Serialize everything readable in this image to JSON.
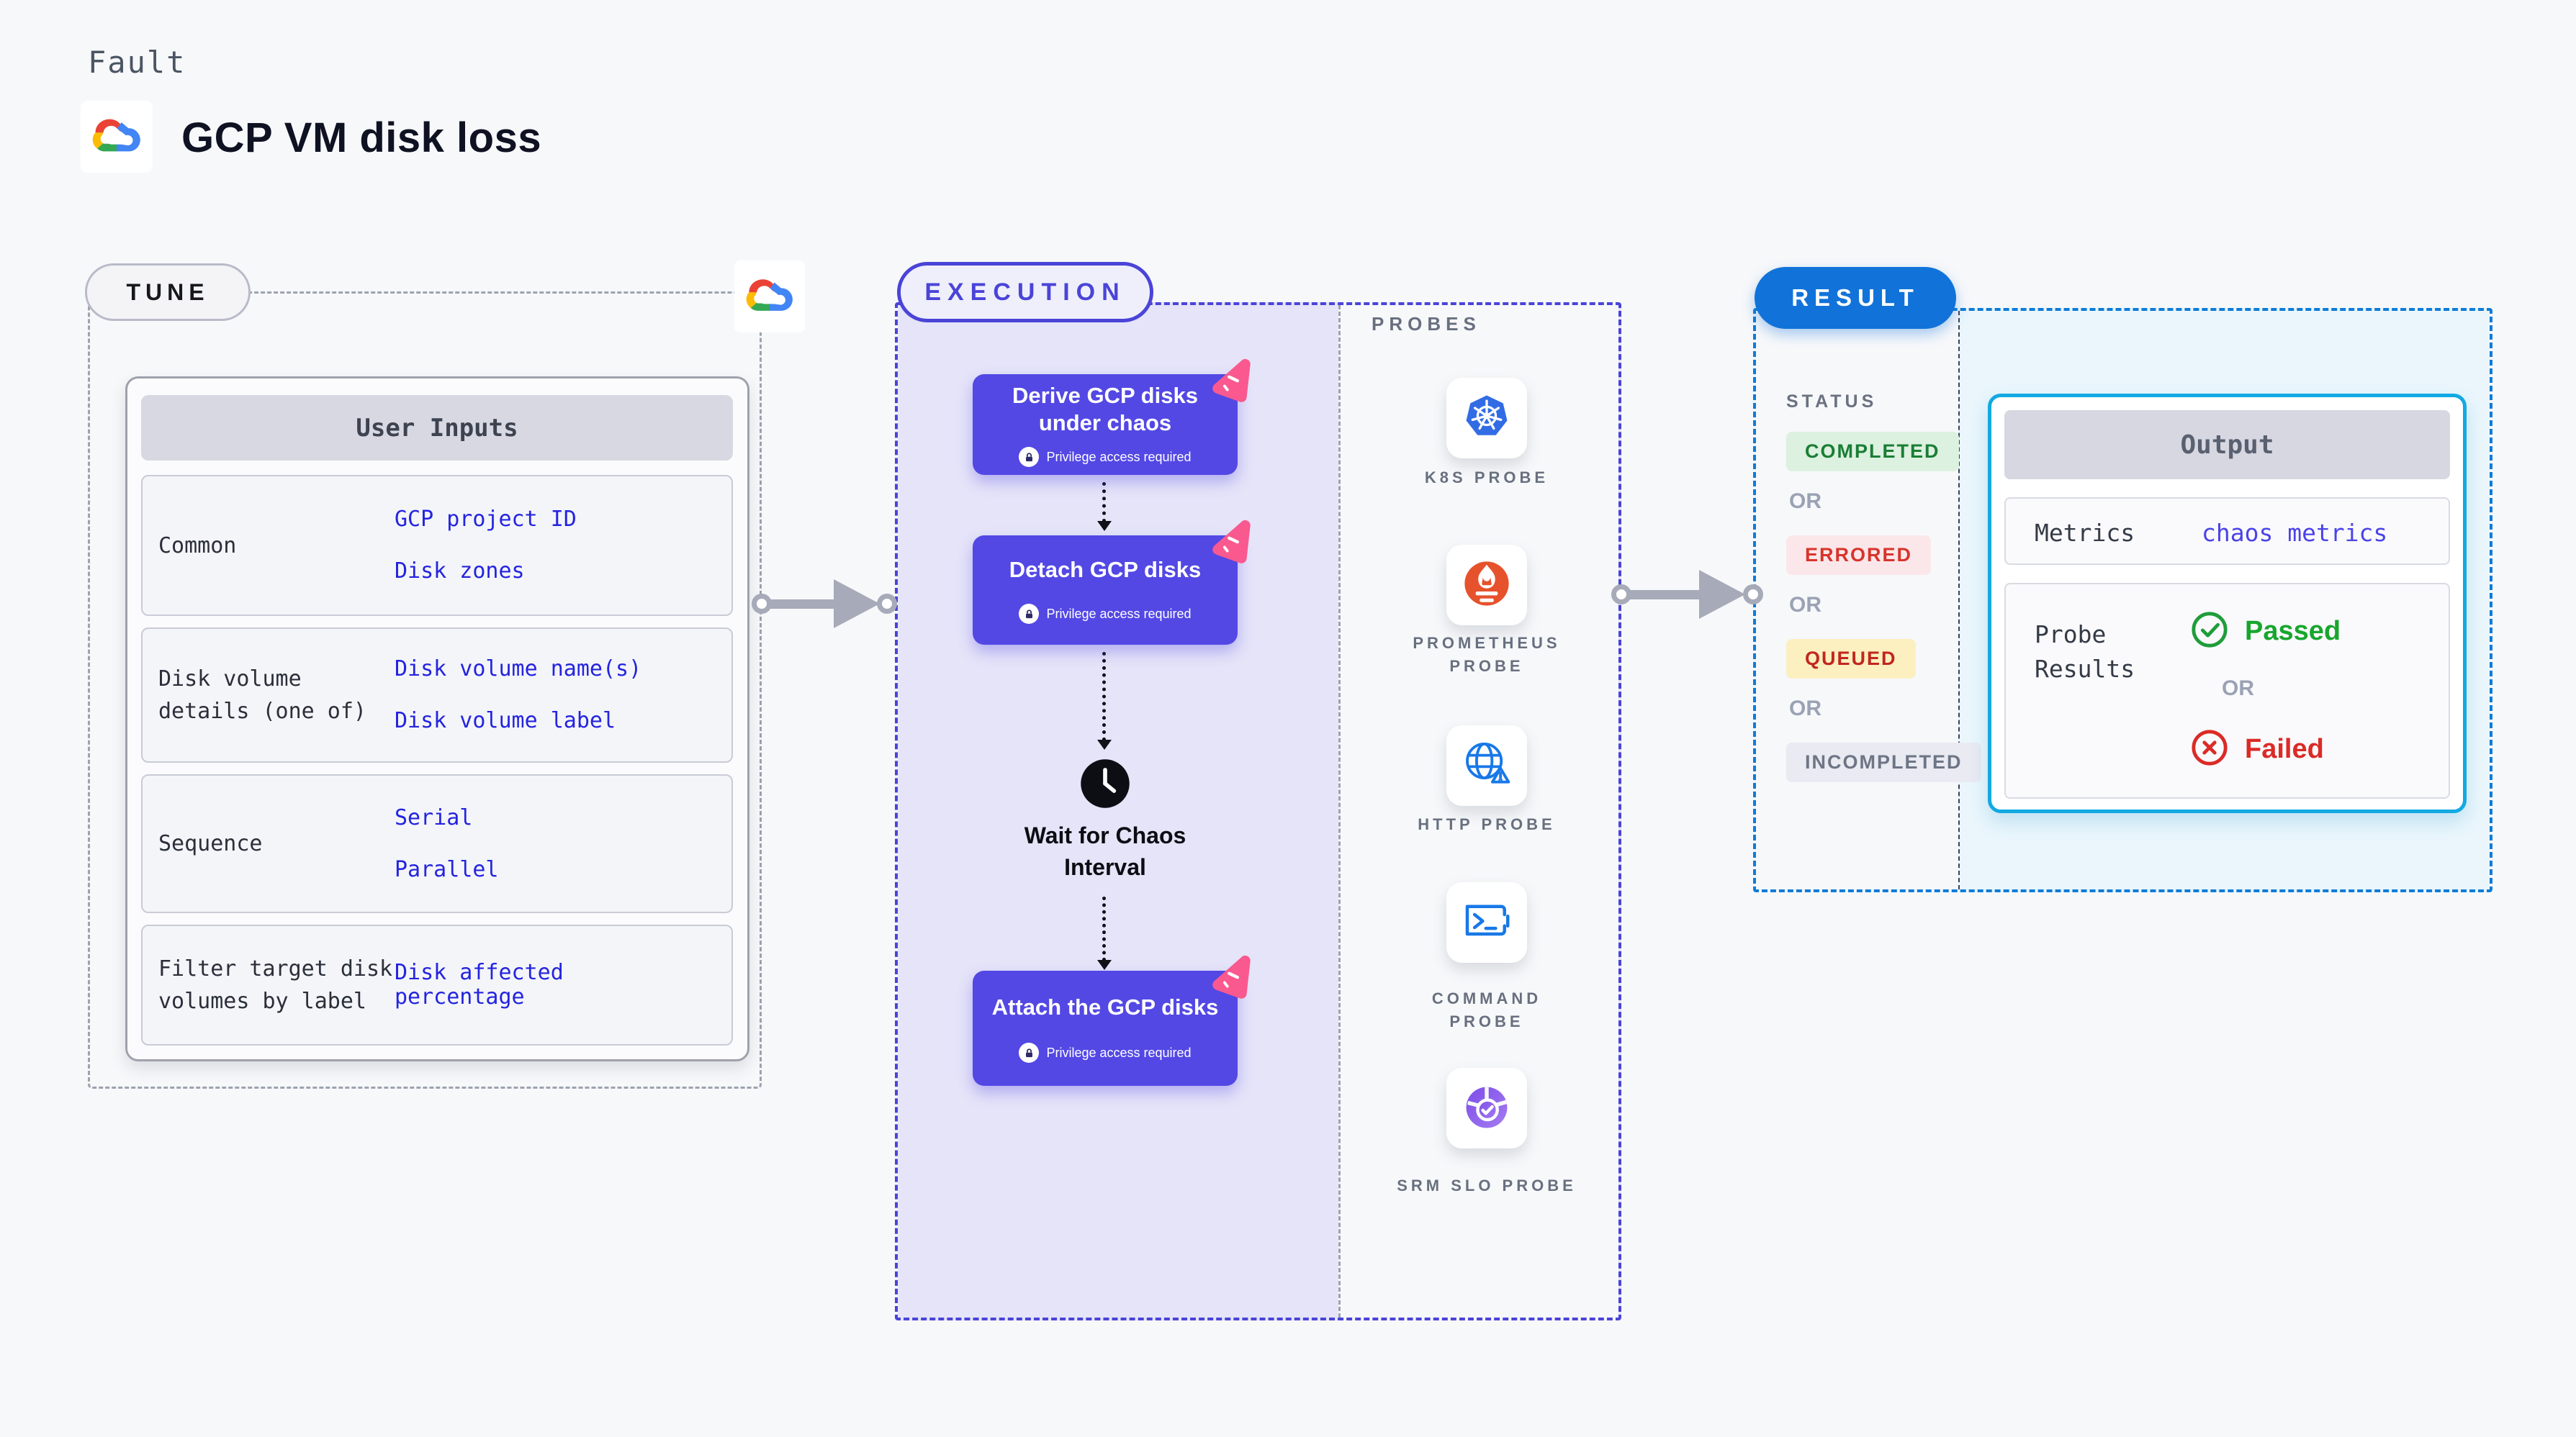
{
  "page": {
    "fault_label": "Fault",
    "title": "GCP VM disk loss"
  },
  "colors": {
    "execution_accent": "#4A44D8",
    "result_accent": "#1173D9",
    "output_border": "#12A9E2",
    "step_card": "#5348E4",
    "litmus_pink": "#F9598F",
    "tune_link_blue": "#2424DF",
    "metrics_link_blue": "#4B43E8",
    "passed_green": "#18A62E",
    "failed_red": "#DB2B26",
    "arrow_gray": "#A7AAB8"
  },
  "tune": {
    "label": "TUNE",
    "table_header": "User Inputs",
    "rows": [
      {
        "label": "Common",
        "values": [
          "GCP project ID",
          "Disk zones"
        ]
      },
      {
        "label": "Disk volume details (one of)",
        "values": [
          "Disk volume name(s)",
          "Disk volume label"
        ]
      },
      {
        "label": "Sequence",
        "values": [
          "Serial",
          "Parallel"
        ]
      },
      {
        "label": "Filter target disk volumes by label",
        "values": [
          "Disk affected percentage"
        ]
      }
    ]
  },
  "execution": {
    "label": "EXECUTION",
    "steps": [
      {
        "title": "Derive GCP disks under chaos",
        "badge": "Privilege access required"
      },
      {
        "title": "Detach GCP disks",
        "badge": "Privilege access required"
      },
      {
        "title": "Attach the GCP disks",
        "badge": "Privilege access required"
      }
    ],
    "wait_step": "Wait for Chaos Interval"
  },
  "probes": {
    "label": "PROBES",
    "items": [
      {
        "name": "K8S PROBE",
        "icon": "kubernetes-icon"
      },
      {
        "name": "PROMETHEUS PROBE",
        "icon": "prometheus-icon"
      },
      {
        "name": "HTTP PROBE",
        "icon": "http-globe-icon"
      },
      {
        "name": "COMMAND PROBE",
        "icon": "terminal-icon"
      },
      {
        "name": "SRM SLO PROBE",
        "icon": "slo-pie-icon"
      }
    ]
  },
  "result": {
    "label": "RESULT",
    "status_label": "STATUS",
    "or_label": "OR",
    "statuses": [
      {
        "text": "COMPLETED",
        "fg": "#1B7D35",
        "bg": "#DCF1DF"
      },
      {
        "text": "ERRORED",
        "fg": "#D8342C",
        "bg": "#FBE7E9"
      },
      {
        "text": "QUEUED",
        "fg": "#C1271E",
        "bg": "#FCEFC0"
      },
      {
        "text": "INCOMPLETED",
        "fg": "#6E7585",
        "bg": "#E9EAF2"
      }
    ],
    "output": {
      "header": "Output",
      "metrics_label": "Metrics",
      "metrics_link": "chaos metrics",
      "probe_results_label": "Probe Results",
      "passed": "Passed",
      "or_label": "OR",
      "failed": "Failed"
    }
  }
}
